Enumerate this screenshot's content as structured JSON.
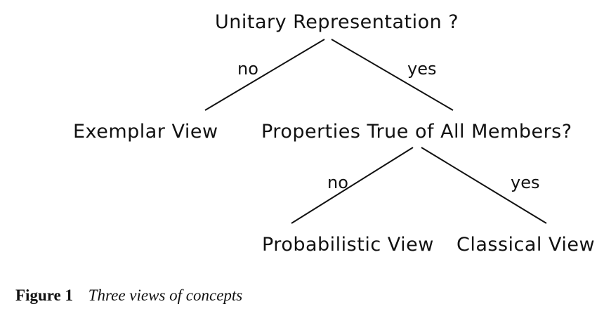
{
  "tree": {
    "root": {
      "label": "Unitary Representation ?"
    },
    "root_no_edge": {
      "label": "no"
    },
    "root_yes_edge": {
      "label": "yes"
    },
    "exemplar": {
      "label": "Exemplar View"
    },
    "properties": {
      "label": "Properties True of All Members?"
    },
    "properties_no_edge": {
      "label": "no"
    },
    "properties_yes_edge": {
      "label": "yes"
    },
    "probabilistic": {
      "label": "Probabilistic View"
    },
    "classical": {
      "label": "Classical View"
    }
  },
  "caption": {
    "label": "Figure 1",
    "title": "Three views of concepts"
  }
}
